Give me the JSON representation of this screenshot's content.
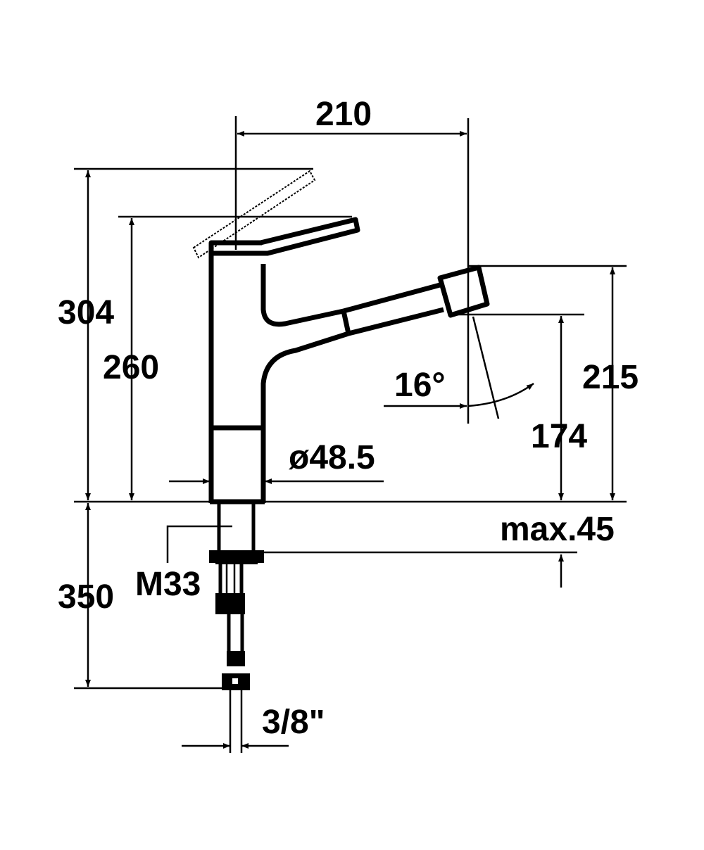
{
  "dimensions": {
    "spout_reach": "210",
    "height_lever_raised": "304",
    "height_lever": "260",
    "height_spray_head": "215",
    "height_outlet": "174",
    "spray_angle": "16°",
    "body_diameter": "ø48.5",
    "max_deck_thickness": "max.45",
    "thread": "M33",
    "hose_length": "350",
    "connection": "3/8\""
  },
  "colors": {
    "line": "#000000",
    "background": "#ffffff"
  }
}
